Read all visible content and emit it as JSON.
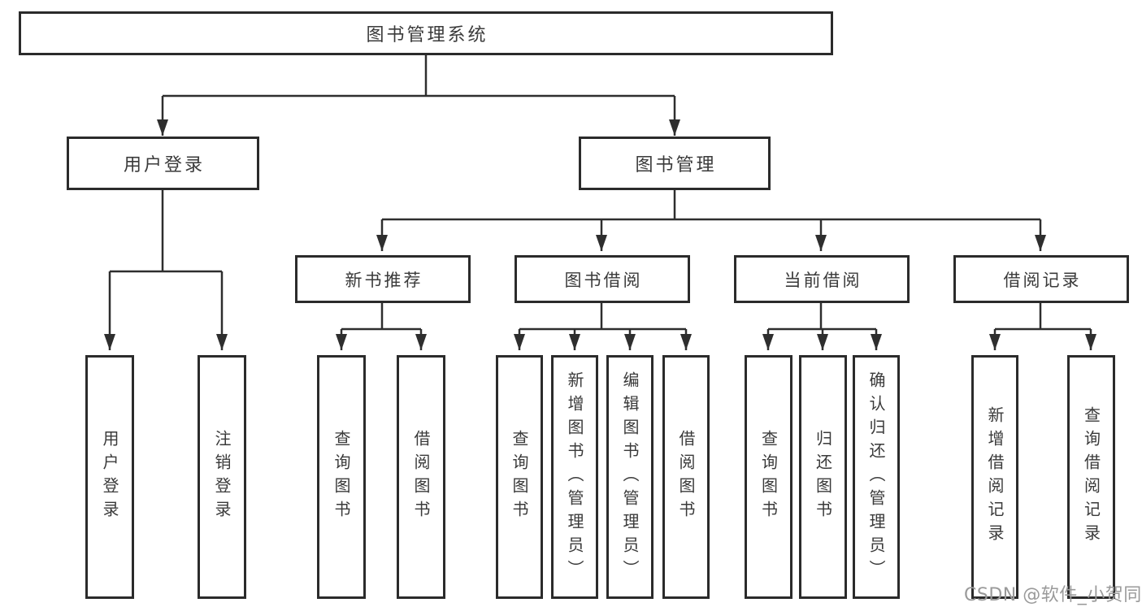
{
  "diagram": {
    "root": "图书管理系统",
    "branches": {
      "user_login": {
        "label": "用户登录",
        "children": {
          "login": "用户登录",
          "logout": "注销登录"
        }
      },
      "book_management": {
        "label": "图书管理",
        "sections": {
          "new_book_recommend": {
            "label": "新书推荐",
            "children": {
              "query_books": "查询图书",
              "borrow_books": "借阅图书"
            }
          },
          "book_borrow": {
            "label": "图书借阅",
            "children": {
              "query_books": "查询图书",
              "add_books": "新增图书（管理员）",
              "edit_books": "编辑图书（管理员）",
              "borrow_books": "借阅图书"
            }
          },
          "current_borrow": {
            "label": "当前借阅",
            "children": {
              "query_books": "查询图书",
              "return_books": "归还图书",
              "confirm_return": "确认归还（管理员）"
            }
          },
          "borrow_records": {
            "label": "借阅记录",
            "children": {
              "add_record": "新增借阅记录",
              "query_record": "查询借阅记录"
            }
          }
        }
      }
    }
  },
  "watermark": "CSDN @软件_小贺同学",
  "colors": {
    "line": "#2e2e2e",
    "box_border": "#2b2b2b",
    "text": "#3a3a3a",
    "watermark": "#9a9a9a",
    "background": "#ffffff"
  }
}
